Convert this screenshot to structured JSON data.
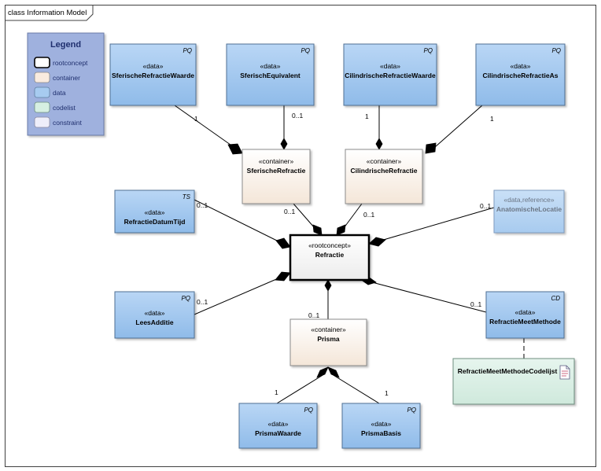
{
  "frame": {
    "title": "class Information Model"
  },
  "legend": {
    "title": "Legend",
    "items": [
      {
        "label": "rootconcept",
        "color": "#ffffff",
        "border": "#000000"
      },
      {
        "label": "container",
        "color": "#f9ebdf",
        "border": "#8a8a8a"
      },
      {
        "label": "data",
        "color": "#a7cbf0",
        "border": "#5e7ea0"
      },
      {
        "label": "codelist",
        "color": "#d6efe2",
        "border": "#6e8f80"
      },
      {
        "label": "constraint",
        "color": "#eeeefa",
        "border": "#8a8aa0"
      }
    ]
  },
  "nodes": {
    "sferische_refractie_waarde": {
      "stereotype": "«data»",
      "name": "SferischeRefractieWaarde",
      "tag": "PQ"
    },
    "sferisch_equivalent": {
      "stereotype": "«data»",
      "name": "SferischEquivalent",
      "tag": "PQ"
    },
    "cilindrische_refractie_waarde": {
      "stereotype": "«data»",
      "name": "CilindrischeRefractieWaarde",
      "tag": "PQ"
    },
    "cilindrische_refractie_as": {
      "stereotype": "«data»",
      "name": "CilindrischeRefractieAs",
      "tag": "PQ"
    },
    "sferische_refractie": {
      "stereotype": "«container»",
      "name": "SferischeRefractie"
    },
    "cilindrische_refractie": {
      "stereotype": "«container»",
      "name": "CilindrischeRefractie"
    },
    "refractie_datum_tijd": {
      "stereotype": "«data»",
      "name": "RefractieDatumTijd",
      "tag": "TS"
    },
    "anatomische_locatie": {
      "stereotype": "«data,reference»",
      "name": "AnatomischeLocatie"
    },
    "refractie": {
      "stereotype": "«rootconcept»",
      "name": "Refractie"
    },
    "lees_additie": {
      "stereotype": "«data»",
      "name": "LeesAdditie",
      "tag": "PQ"
    },
    "prisma": {
      "stereotype": "«container»",
      "name": "Prisma"
    },
    "refractie_meet_methode": {
      "stereotype": "«data»",
      "name": "RefractieMeetMethode",
      "tag": "CD"
    },
    "codelijst": {
      "name": "RefractieMeetMethodeCodelijst"
    },
    "prisma_waarde": {
      "stereotype": "«data»",
      "name": "PrismaWaarde",
      "tag": "PQ"
    },
    "prisma_basis": {
      "stereotype": "«data»",
      "name": "PrismaBasis",
      "tag": "PQ"
    }
  },
  "multiplicities": {
    "srw": "1",
    "se": "0..1",
    "crw": "1",
    "cra": "1",
    "sr_root": "0..1",
    "cr_root": "0..1",
    "rdt": "0..1",
    "al": "0..1",
    "la": "0..1",
    "prisma_root": "0..1",
    "rmm": "0..1",
    "pw": "1",
    "pb": "1"
  }
}
